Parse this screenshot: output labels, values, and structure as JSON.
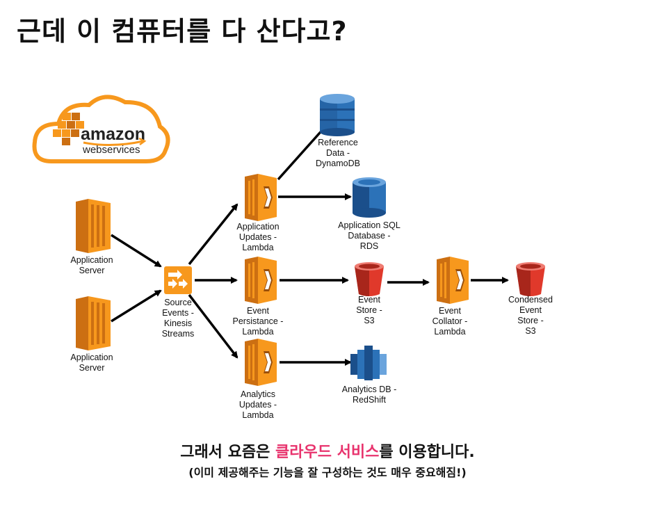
{
  "title": "근데 이 컴퓨터를 다 산다고?",
  "logo": {
    "word1": "amazon",
    "word2": "webservices",
    "brand_color": "#f7981d"
  },
  "nodes": {
    "app_server_1": {
      "label": "Application\nServer",
      "icon": "ec2-server-icon"
    },
    "app_server_2": {
      "label": "Application\nServer",
      "icon": "ec2-server-icon"
    },
    "kinesis": {
      "label": "Source\nEvents -\nKinesis\nStreams",
      "icon": "kinesis-stream-icon"
    },
    "lambda_updates": {
      "label": "Application\nUpdates -\nLambda",
      "icon": "lambda-icon"
    },
    "lambda_persist": {
      "label": "Event\nPersistance -\nLambda",
      "icon": "lambda-icon"
    },
    "lambda_analytics": {
      "label": "Analytics\nUpdates -\nLambda",
      "icon": "lambda-icon"
    },
    "dynamodb": {
      "label": "Reference\nData -\nDynamoDB",
      "icon": "dynamodb-icon"
    },
    "rds": {
      "label": "Application SQL\nDatabase -\nRDS",
      "icon": "rds-database-icon"
    },
    "s3_store": {
      "label": "Event\nStore -\nS3",
      "icon": "s3-bucket-icon"
    },
    "lambda_collator": {
      "label": "Event\nCollator -\nLambda",
      "icon": "lambda-icon"
    },
    "s3_condensed": {
      "label": "Condensed\nEvent\nStore -\nS3",
      "icon": "s3-bucket-icon"
    },
    "redshift": {
      "label": "Analytics DB -\nRedShift",
      "icon": "redshift-icon"
    }
  },
  "colors": {
    "orange": "#f7981d",
    "orange_dark": "#cc6f12",
    "blue": "#2c72b8",
    "blue_dark": "#1b4f8b",
    "red": "#e0392b",
    "red_dark": "#a8261b",
    "accent_pink": "#e8336d"
  },
  "footer": {
    "line1_before": "그래서 요즘은 ",
    "line1_highlight": "클라우드 서비스",
    "line1_after": "를 이용합니다.",
    "line2": "(이미 제공해주는 기능을 잘 구성하는 것도 매우 중요해짐!)"
  }
}
